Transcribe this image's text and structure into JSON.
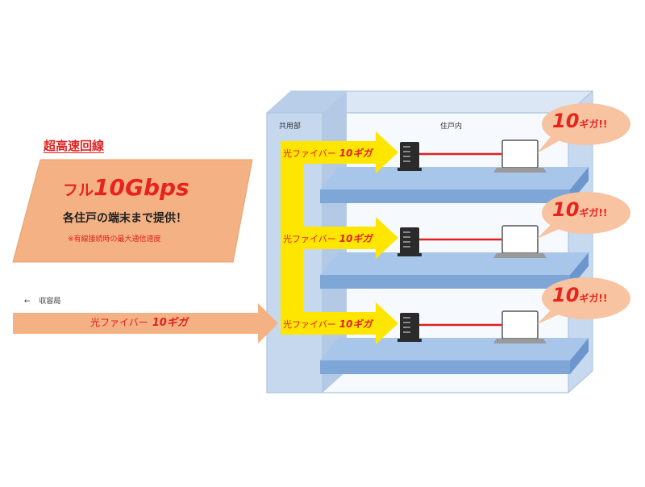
{
  "title": "超高速回線",
  "promo": {
    "prefix": "フル",
    "speed": "10Gbps",
    "subtitle": "各住戸の端末まで提供！",
    "note": "※有線接続時の最大通信速度"
  },
  "building": {
    "common_label": "共用部",
    "unit_label": "住戸内"
  },
  "line": {
    "arrow_glyph": "←",
    "station_label": "収容局",
    "fiber_prefix": "光ファイバー",
    "fiber_speed": "10ギガ"
  },
  "floors": [
    {
      "fiber_prefix": "光ファイバー",
      "fiber_speed": "10ギガ",
      "bubble_number": "10",
      "bubble_unit": "ギガ!!"
    },
    {
      "fiber_prefix": "光ファイバー",
      "fiber_speed": "10ギガ",
      "bubble_number": "10",
      "bubble_unit": "ギガ!!"
    },
    {
      "fiber_prefix": "光ファイバー",
      "fiber_speed": "10ギガ",
      "bubble_number": "10",
      "bubble_unit": "ギガ!!"
    }
  ],
  "colors": {
    "accent_red": "#e8231d",
    "promo_orange": "#f4b183",
    "fiber_yellow": "#ffe600",
    "floor_blue": "#8db4e2",
    "building_blue": "#cfe0f3",
    "bubble_orange": "#f7c3a0"
  }
}
